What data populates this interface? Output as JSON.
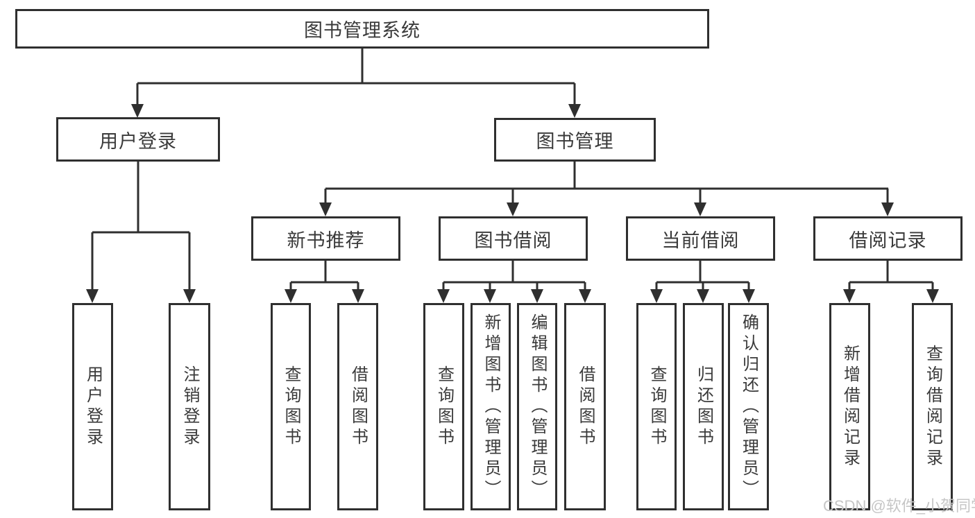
{
  "colors": {
    "background": "#ffffff",
    "line": "#2f2f2f",
    "box_border": "#2f2f2f",
    "text": "#3a3a3a",
    "watermark": "#c6c6c6"
  },
  "diagram": {
    "root": {
      "label": "图书管理系统"
    },
    "level2": [
      {
        "label": "用户登录"
      },
      {
        "label": "图书管理"
      }
    ],
    "level3": [
      {
        "label": "新书推荐"
      },
      {
        "label": "图书借阅"
      },
      {
        "label": "当前借阅"
      },
      {
        "label": "借阅记录"
      }
    ],
    "leaves": {
      "user_login": [
        "用户登录",
        "注销登录"
      ],
      "new_books": [
        "查询图书",
        "借阅图书"
      ],
      "book_borrow": [
        "查询图书",
        "新增图书（管理员）",
        "编辑图书（管理员）",
        "借阅图书"
      ],
      "current_borrow": [
        "查询图书",
        "归还图书",
        "确认归还（管理员）"
      ],
      "borrow_records": [
        "新增借阅记录",
        "查询借阅记录"
      ]
    }
  },
  "watermark": {
    "text": "CSDN @软件_小贺同学"
  }
}
